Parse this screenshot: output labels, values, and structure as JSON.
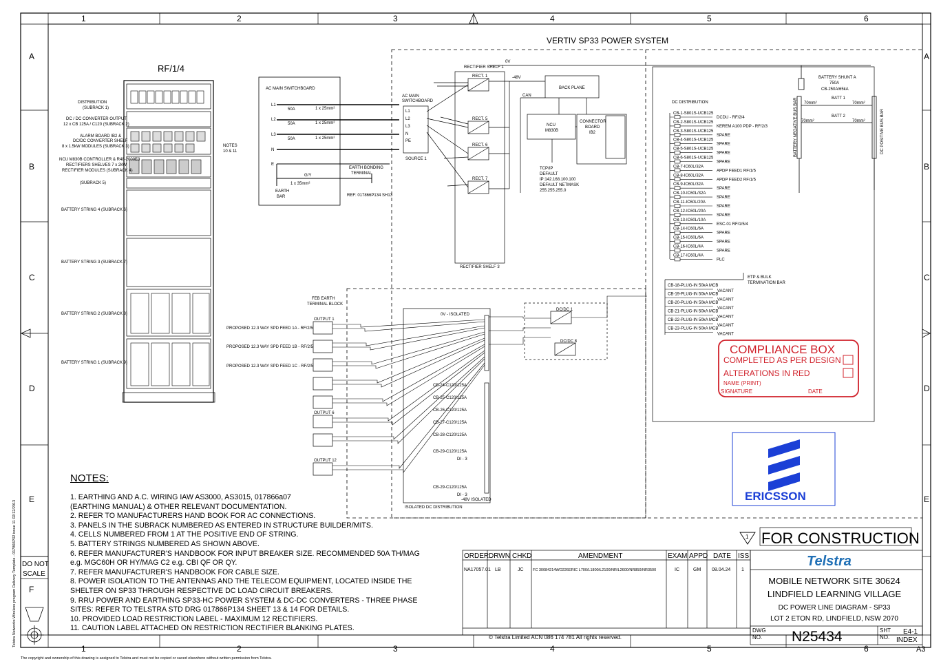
{
  "frame": {
    "cols_top": [
      "1",
      "2",
      "3",
      "4",
      "5",
      "6"
    ],
    "rows_left": [
      "A",
      "B",
      "C",
      "D",
      "E",
      "F"
    ],
    "rows_right": [
      "A",
      "B",
      "C",
      "D",
      "E"
    ],
    "sheet_size": "A3"
  },
  "side_text": "Telstra Networks Wireless program Delivery Template - 017866P02 issue 11 02/12/2013",
  "copyright_footer": "The copyright and ownership of this drawing is assigned to Telstra and must not be copied or saved elsewhere without written permission from Telstra.",
  "do_not_scale": [
    "DO NOT",
    "SCALE"
  ],
  "system_title": "VERTIV SP33 POWER SYSTEM",
  "rack": {
    "title": "RF/1/4",
    "labels": [
      "DISTRIBUTION",
      "(SUBRACK 1)",
      "DC / DC CONVERTER OUTPUT",
      "12 x CB 125A / C120 (SUBRACK 2)",
      "ALARM BOARD IB2 &",
      "DC/DC CONVERTER SHELF",
      "8 x 1.5kW MODULES (SUBRACK 3)",
      "NCU M830B CONTROLLER & R48-2000E3",
      "RECTIFIERS SHELVES 7 x 2kW",
      "RECTIFIER MODULES (SUBRACK 4)",
      "(SUBRACK 5)",
      "BATTERY STRING 4 (SUBRACK 6)",
      "BATTERY STRING 3 (SUBRACK 7)",
      "BATTERY STRING 2 (SUBRACK 8)",
      "BATTERY STRING 1 (SUBRACK 9)"
    ],
    "notes_ref": [
      "NOTES",
      "10 & 11"
    ]
  },
  "ac_switchboard": {
    "title": "AC MAIN SWITCHBOARD",
    "phases": [
      "L1",
      "L2",
      "L3",
      "N",
      "E"
    ],
    "breaker": "50A",
    "cable": "1 x 25mm²",
    "gy": "G/Y",
    "earth_cable": "1 x 35mm²",
    "earth_bar": [
      "EARTH",
      "BAR"
    ],
    "earth_bonding": [
      "EARTH BONDING",
      "TERMINAL"
    ],
    "ref": "REF: 017866P134 SH13"
  },
  "ac_main_sb": {
    "title": [
      "AC MAIN",
      "SWITCHBOARD"
    ],
    "terms": [
      "L1",
      "L2",
      "L3",
      "N",
      "PE"
    ],
    "source": "SOURCE 1"
  },
  "rectifiers": {
    "shelf1": "RECTIFIER SHELF 1",
    "shelf3": "RECTIFIER SHELF 3",
    "units": [
      "RECT. 1",
      "RECT. 5",
      "RECT. 6",
      "RECT. 7"
    ],
    "zero_v": "0V",
    "neg48": "-48V",
    "can": "CAN",
    "backplane": "BACK PLANE"
  },
  "ncu": {
    "name": [
      "NCU",
      "M830B"
    ],
    "connector": [
      "CONNECTOR",
      "BOARD",
      "IB2"
    ],
    "ip": [
      "TCP/IP",
      "DEFAULT",
      "IP:142.168.100.100",
      "DEFAULT NETMASK",
      "255.255.255.0"
    ]
  },
  "dc_distribution": {
    "title": "DC DISTRIBUTION",
    "breakers": [
      {
        "cb": "CB-1-S801S-UCB125",
        "load": "DCDU - RF/2/4"
      },
      {
        "cb": "CB-2-S801S-UCB125",
        "load": "KEREM A100 PDP - RF/2/3"
      },
      {
        "cb": "CB-3-S801S-UCB125",
        "load": "SPARE"
      },
      {
        "cb": "CB-4-S801S-UCB125",
        "load": "SPARE"
      },
      {
        "cb": "CB-5-S801S-UCB125",
        "load": "SPARE"
      },
      {
        "cb": "CB-6-S801S-UCB125",
        "load": "SPARE"
      },
      {
        "cb": "CB-7-IC60L/32A",
        "load": "APDP FEED1 RF/1/5"
      },
      {
        "cb": "CB-8-IC60L/32A",
        "load": "APDP FEED2 RF/1/5"
      },
      {
        "cb": "CB-9-IC60L/32A",
        "load": "SPARE"
      },
      {
        "cb": "CB-10-IC60L/32A",
        "load": "SPARE"
      },
      {
        "cb": "CB-11-IC60L/20A",
        "load": "SPARE"
      },
      {
        "cb": "CB-12-IC60L/20A",
        "load": "SPARE"
      },
      {
        "cb": "CB-13-IC60L/10A",
        "load": "ESC-01 RF/1/5/4"
      },
      {
        "cb": "CB-14-IC60L/6A",
        "load": "SPARE"
      },
      {
        "cb": "CB-15-IC60L/6A",
        "load": "SPARE"
      },
      {
        "cb": "CB-16-IC60L/4A",
        "load": "SPARE"
      },
      {
        "cb": "CB-17-IC60L/4A",
        "load": "PLC"
      }
    ],
    "plugins": [
      {
        "cb": "CB-18-PLUG-IN 50kA MCB",
        "load": "VACANT"
      },
      {
        "cb": "CB-19-PLUG-IN 50kA MCB",
        "load": "VACANT"
      },
      {
        "cb": "CB-20-PLUG-IN 50kA MCB",
        "load": "VACANT"
      },
      {
        "cb": "CB-21-PLUG-IN 50kA MCB",
        "load": "VACANT"
      },
      {
        "cb": "CB-22-PLUG-IN 50kA MCB",
        "load": "VACANT"
      },
      {
        "cb": "CB-23-PLUG-IN 50kA MCB",
        "load": "VACANT"
      }
    ],
    "etp": [
      "ETP & BULK",
      "TERMINATION BAR"
    ]
  },
  "battery": {
    "shunt": [
      "BATTERY SHUNT A",
      "750A",
      "CB-250A/65kA"
    ],
    "batt1": "BATT 1",
    "batt2": "BATT 2",
    "cable": "70mm²",
    "neg_bar": "BATTERY NEGATIVE BUS BAR",
    "pos_bar": "DC POSITIVE BUS BAR"
  },
  "isolated": {
    "feb_title": [
      "FEB EARTH",
      "TERMINAL BLOCK"
    ],
    "outputs": [
      "OUTPUT 1",
      "OUTPUT 6",
      "OUTPUT 12"
    ],
    "spd": [
      "PROPOSED 12.3 WAY SPD FEED 1A - RF/2/5",
      "PROPOSED 12.3 WAY SPD FEED 1B - RF/2/5",
      "PROPOSED 12.3 WAY SPD FEED 1C - RF/2/5"
    ],
    "zero_v_iso": "0V - ISOLATED",
    "neg48_iso": "-48V ISOLATED",
    "iso_title": "ISOLATED DC DISTRIBUTION",
    "cbs": [
      "CB-24-C120/125A",
      "CB-25-C120/125A",
      "CB-26-C120/125A",
      "CB-27-C120/125A",
      "CB-28-C120/125A",
      "CB-29-C120/125A",
      "CB-29-C120/125A"
    ],
    "di": [
      "DI - 3",
      "DI - 3"
    ],
    "dcdc": [
      "DC/DC 1",
      "DC/DC 8"
    ]
  },
  "compliance": {
    "title": "COMPLIANCE BOX",
    "line1": "COMPLETED AS PER DESIGN",
    "line2": "ALTERATIONS IN RED",
    "name": "NAME (PRINT)",
    "signature": "SIGNATURE",
    "date": "DATE",
    "color": "#d0202a"
  },
  "ericsson": {
    "name": "ERICSSON",
    "color": "#1b3fd6"
  },
  "notes": {
    "title": "NOTES:",
    "items": [
      "1.  EARTHING AND A.C. WIRING  IAW AS3000, AS3015, 017866a07",
      "     (EARTHING MANUAL) & OTHER RELEVANT DOCUMENTATION.",
      "2.  REFER TO MANUFACTURERS HAND BOOK FOR AC CONNECTIONS.",
      "3.  PANELS IN THE SUBRACK NUMBERED AS ENTERED IN STRUCTURE BUILDER/MITS.",
      "4.  CELLS NUMBERED FROM 1 AT THE POSITIVE END OF STRING.",
      "5.  BATTERY STRINGS NUMBERED AS SHOWN ABOVE.",
      "6.  REFER MANUFACTURER'S HANDBOOK FOR INPUT BREAKER SIZE. RECOMMENDED 50A TH/MAG",
      "     e.g. MGC60H OR HY/MAG C2 e.g. CBI QF OR QY.",
      "7.  REFER MANUFACTURER'S HANDBOOK FOR CABLE SIZE.",
      "8.  POWER ISOLATION TO THE ANTENNAS AND THE TELECOM EQUIPMENT, LOCATED INSIDE THE",
      "     SHELTER ON SP33 THROUGH RESPECTIVE DC LOAD CIRCUIT BREAKERS.",
      "9.  RRU POWER AND EARTHING SP33-HC POWER SYSTEM  & DC-DC CONVERTERS - THREE PHASE",
      "     SITES: REFER TO TELSTRA STD DRG 017866P134 SHEET 13 & 14 FOR DETAILS.",
      "10. PROVIDED LOAD RESTRICTION LABEL - MAXIMUM 12 RECTIFIERS.",
      "11. CAUTION LABEL ATTACHED ON RESTRICTION RECTIFIER BLANKING PLATES."
    ]
  },
  "revision": {
    "headers": [
      "ORDER",
      "DRWN",
      "CHKD",
      "AMENDMENT",
      "EXAM",
      "APPD",
      "DATE",
      "ISS"
    ],
    "rows": [
      [
        "NA17057.01",
        "LB",
        "JC",
        "FC 30084214WO226ERIC L700/L1800/L2100/NR/L2600/NR850/NR3500",
        "IC",
        "GM",
        "08.04.24",
        "1"
      ]
    ],
    "copyright": "© Telstra Limited  ACN 086 174 781   All rights reserved."
  },
  "title_block": {
    "status_mark": "1",
    "status": "FOR CONSTRUCTION",
    "brand": "Telstra",
    "brand_color": "#1f6fb5",
    "site": "MOBILE NETWORK SITE 30624",
    "site_name": "LINDFIELD LEARNING VILLAGE",
    "drawing": "DC POWER LINE DIAGRAM - SP33",
    "address": "LOT 2 ETON RD, LINDFIELD, NSW 2070",
    "dwg_label": [
      "DWG",
      "NO."
    ],
    "dwg_no": "N25434",
    "sht_label": [
      "SHT",
      "NO."
    ],
    "sht": "E4-1",
    "index": "INDEX"
  }
}
